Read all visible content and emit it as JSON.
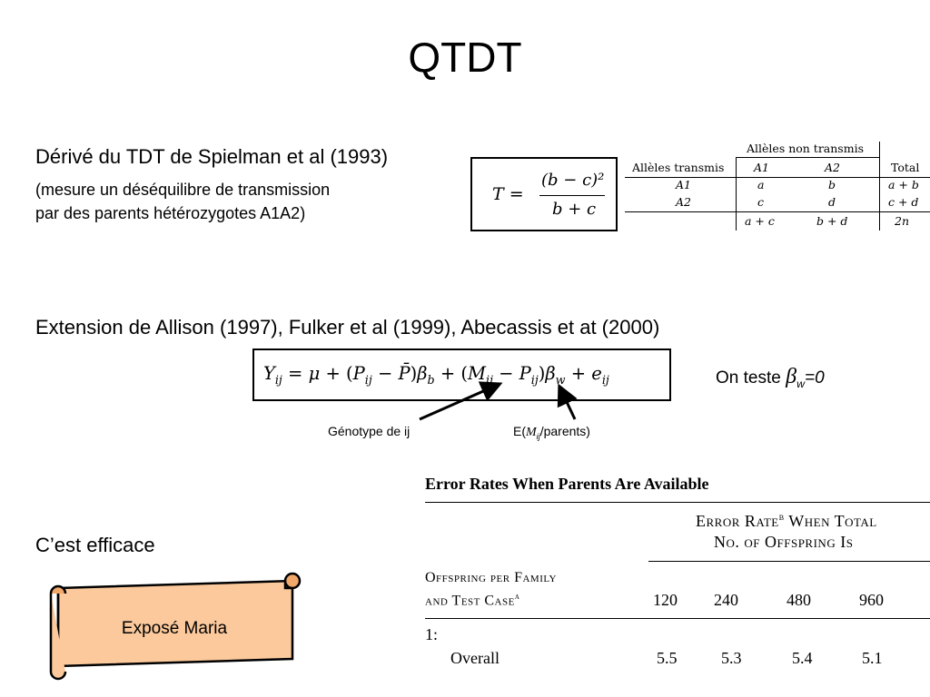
{
  "slide": {
    "title": "QTDT",
    "intro_heading": "Dérivé du TDT de Spielman et al (1993)",
    "intro_lines": [
      "(mesure un déséquilibre de transmission",
      "par des parents  hétérozygotes A1A2)"
    ],
    "formula_T": {
      "lhs": "T =",
      "numerator": "(b − c)²",
      "denominator": "b + c"
    },
    "tdt_table": {
      "header_group": "Allèles non transmis",
      "row_header": "Allèles transmis",
      "columns": [
        "A1",
        "A2",
        "Total"
      ],
      "rows": [
        {
          "label": "A1",
          "cells": [
            "a",
            "b",
            "a + b"
          ]
        },
        {
          "label": "A2",
          "cells": [
            "c",
            "d",
            "c + d"
          ]
        }
      ],
      "totals": [
        "a + c",
        "b + d",
        "2n"
      ]
    },
    "extension_heading": "Extension de Allison (1997), Fulker et al (1999), Abecassis et at (2000)",
    "on_teste": {
      "prefix": "On teste ",
      "beta": "β",
      "sub": "w",
      "suffix": "=0"
    },
    "annotation_genotype": "Génotype de ij",
    "annotation_expect": {
      "prefix": "E(",
      "var": "M",
      "sub": "ij",
      "suffix": "/parents)"
    },
    "efficace": "C’est efficace",
    "scroll_label": "Exposé Maria",
    "error_table": {
      "title": "Error Rates When Parents Are Available",
      "group_header_line1": "Error Rate",
      "group_header_sup": "b",
      "group_header_line1_rest": " When Total",
      "group_header_line2": "No. of Offspring Is",
      "row_header_line1": "Offspring per Family",
      "row_header_line2": "and Test Case",
      "row_header_sup": "a",
      "columns": [
        "120",
        "240",
        "480",
        "960"
      ],
      "section": "1:",
      "row_label": "Overall",
      "row_values": [
        "5.5",
        "5.3",
        "5.4",
        "5.1"
      ]
    },
    "colors": {
      "scroll_fill": "#fbc99c",
      "scroll_border": "#000000"
    }
  }
}
